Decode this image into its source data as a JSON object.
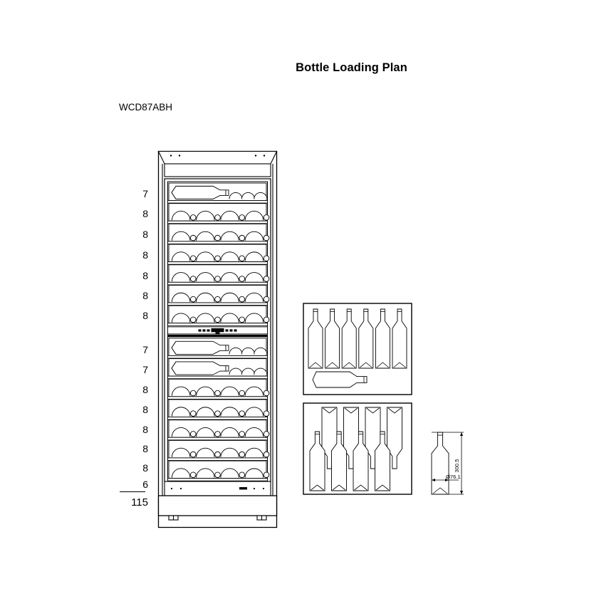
{
  "header": {
    "title": "Bottle Loading Plan",
    "model": "WCD87ABH"
  },
  "cabinet": {
    "upper_zone": {
      "counts": [
        7,
        8,
        8,
        8,
        8,
        8,
        8
      ]
    },
    "lower_zone": {
      "counts": [
        7,
        7,
        8,
        8,
        8,
        8,
        8,
        6
      ]
    },
    "total_label": "115"
  },
  "details": {
    "box1": {
      "upright_bottles": 6,
      "horizontal_bottles": 1
    },
    "box2": {
      "inverted_bottles": 4,
      "upright_bottles": 4
    },
    "dimension_bottle": {
      "height_label": "300.5",
      "diameter_label": "Ø76.1"
    }
  },
  "colors": {
    "line": "#000000",
    "fill": "#ffffff",
    "panel": "#111111"
  }
}
